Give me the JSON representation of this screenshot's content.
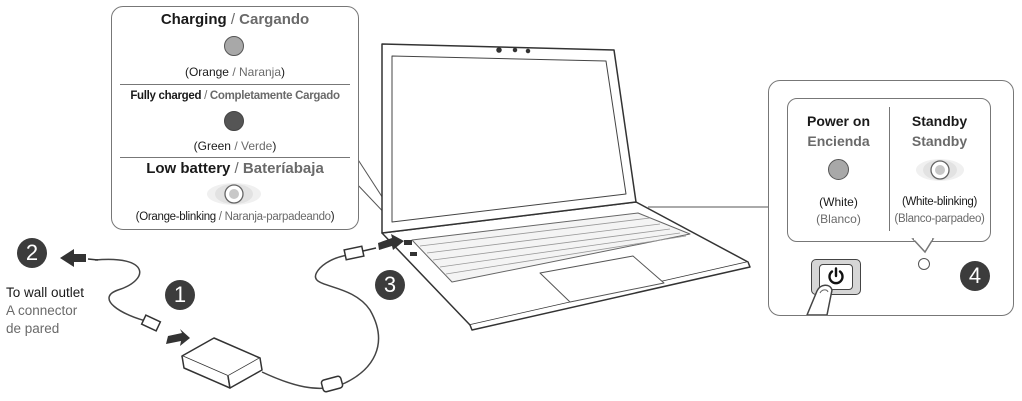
{
  "led_panel": {
    "charging": {
      "en": "Charging",
      "sep": " / ",
      "es": "Cargando",
      "color_en": "Orange",
      "color_es": "Naranja"
    },
    "full": {
      "en": "Fully charged",
      "sep": " / ",
      "es": "Completamente Cargado",
      "color_en": "Green",
      "color_es": "Verde"
    },
    "low": {
      "en": "Low battery",
      "sep": " / ",
      "es": "Bateríabaja",
      "color_en": "Orange-blinking",
      "color_es": "Naranja-parpadeando"
    }
  },
  "steps": {
    "s1": "1",
    "s2": "2",
    "s3": "3",
    "s4": "4"
  },
  "outlet": {
    "en": "To wall outlet",
    "es_line1": "A connector",
    "es_line2": "de pared"
  },
  "power_panel": {
    "power_on": {
      "en": "Power on",
      "es": "Encienda",
      "color_en": "(White)",
      "color_es": "(Blanco)"
    },
    "standby": {
      "en": "Standby",
      "es": "Standby",
      "color_en": "(White-blinking)",
      "color_es": "(Blanco-parpadeo)"
    }
  },
  "icons": [
    "led-icon",
    "blinking-led-icon",
    "power-button-icon",
    "plug-icon",
    "laptop-icon",
    "ac-adapter-icon",
    "arrow-left-icon",
    "arrow-right-icon"
  ],
  "colors": {
    "step_circle": "#3c3c3c",
    "outline": "#4a4a4a",
    "led_gray": "#a8a8a8",
    "led_dark": "#555555",
    "panel_border": "#777777"
  }
}
